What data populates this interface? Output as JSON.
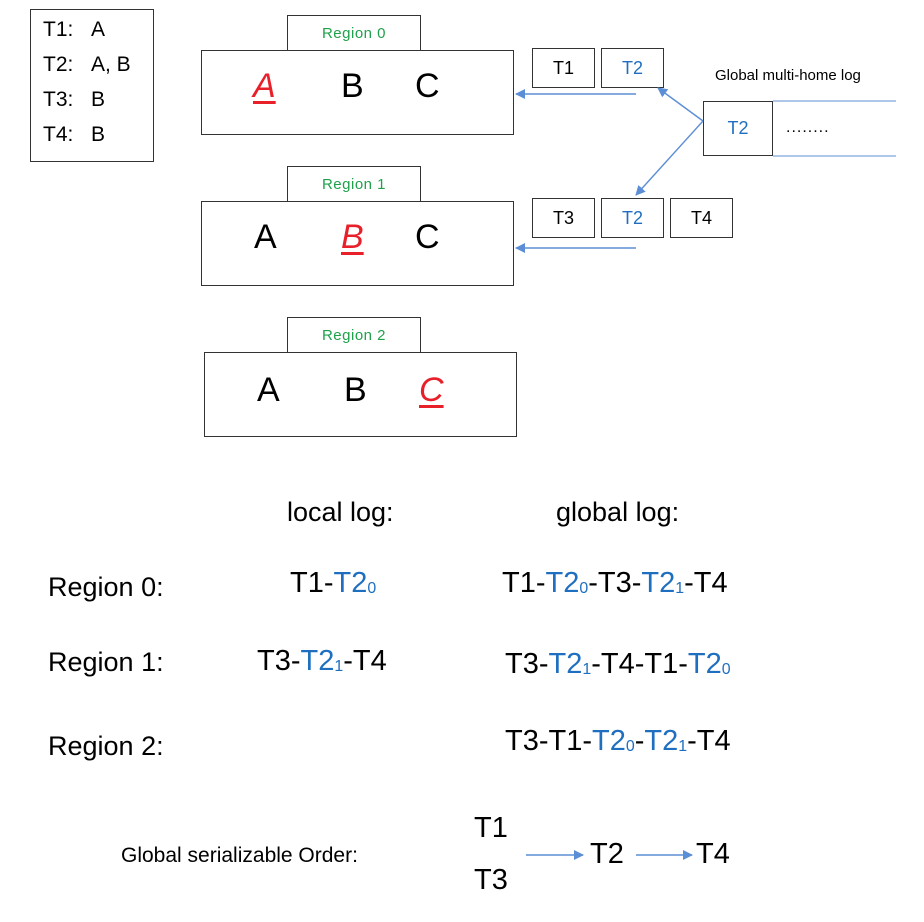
{
  "legend": [
    {
      "label": "T1:",
      "value": "A"
    },
    {
      "label": "T2:",
      "value": "A, B"
    },
    {
      "label": "T3:",
      "value": "B"
    },
    {
      "label": "T4:",
      "value": "B"
    }
  ],
  "regions": [
    {
      "tab": "Region  0",
      "items": [
        "A",
        "B",
        "C"
      ],
      "home_index": 0
    },
    {
      "tab": "Region  1",
      "items": [
        "A",
        "B",
        "C"
      ],
      "home_index": 1
    },
    {
      "tab": "Region  2",
      "items": [
        "A",
        "B",
        "C"
      ],
      "home_index": 2
    }
  ],
  "queue0": [
    "T1",
    "T2"
  ],
  "queue1": [
    "T3",
    "T2",
    "T4"
  ],
  "global_multi_home_log": {
    "title": "Global multi-home log",
    "entry": "T2",
    "more": "........"
  },
  "headers": {
    "local": "local log:",
    "global": "global log:"
  },
  "rows": [
    {
      "label": "Region 0:",
      "local": "T1-T2₀",
      "global": "T1-T2₀-T3-T2₁-T4"
    },
    {
      "label": "Region 1:",
      "local": "T3-T2₁-T4",
      "global": "T3-T2₁-T4-T1-T2₀"
    },
    {
      "label": "Region 2:",
      "local": "",
      "global": "T3-T1-T2₀-T2₁-T4"
    }
  ],
  "serializable": {
    "label": "Global serializable Order:",
    "t1": "T1",
    "t3": "T3",
    "t2": "T2",
    "t4": "T4"
  },
  "colors": {
    "text": "#000000",
    "blue": "#1f6fc0",
    "red": "#e8202a",
    "green": "#1fa14b",
    "arrow": "#5b8ed6"
  }
}
